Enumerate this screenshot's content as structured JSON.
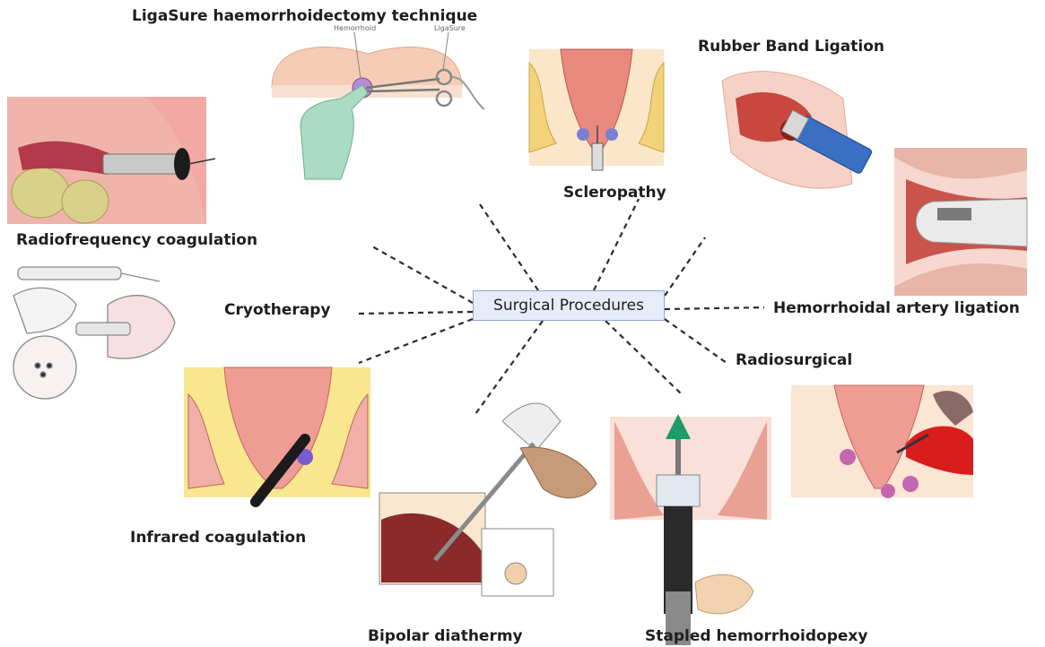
{
  "center": {
    "label": "Surgical Procedures"
  },
  "procedures": [
    {
      "id": "liga",
      "label": "LigaSure haemorrhoidectomy technique"
    },
    {
      "id": "sclero",
      "label": "Scleropathy"
    },
    {
      "id": "rbl",
      "label": "Rubber Band Ligation"
    },
    {
      "id": "rfc",
      "label": "Radiofrequency coagulation"
    },
    {
      "id": "cryo",
      "label": "Cryotherapy"
    },
    {
      "id": "hal",
      "label": "Hemorrhoidal artery ligation"
    },
    {
      "id": "radio",
      "label": "Radiosurgical"
    },
    {
      "id": "irc",
      "label": "Infrared coagulation"
    },
    {
      "id": "bipolar",
      "label": "Bipolar diathermy"
    },
    {
      "id": "stapled",
      "label": "Stapled hemorrhoidopexy"
    }
  ],
  "illustration_text": {
    "hemorrhoid": "Hemorrhoid",
    "ligasure": "LigaSure"
  },
  "colors": {
    "connector": "#2b2b2b",
    "box_fill": "#e6ecf8",
    "box_border": "#8fa6cf",
    "tissue_pink": "#f2b7a8",
    "tissue_red": "#c8473f",
    "instrument_blue": "#3a6fc4",
    "glove_green": "#a9dcc2"
  }
}
